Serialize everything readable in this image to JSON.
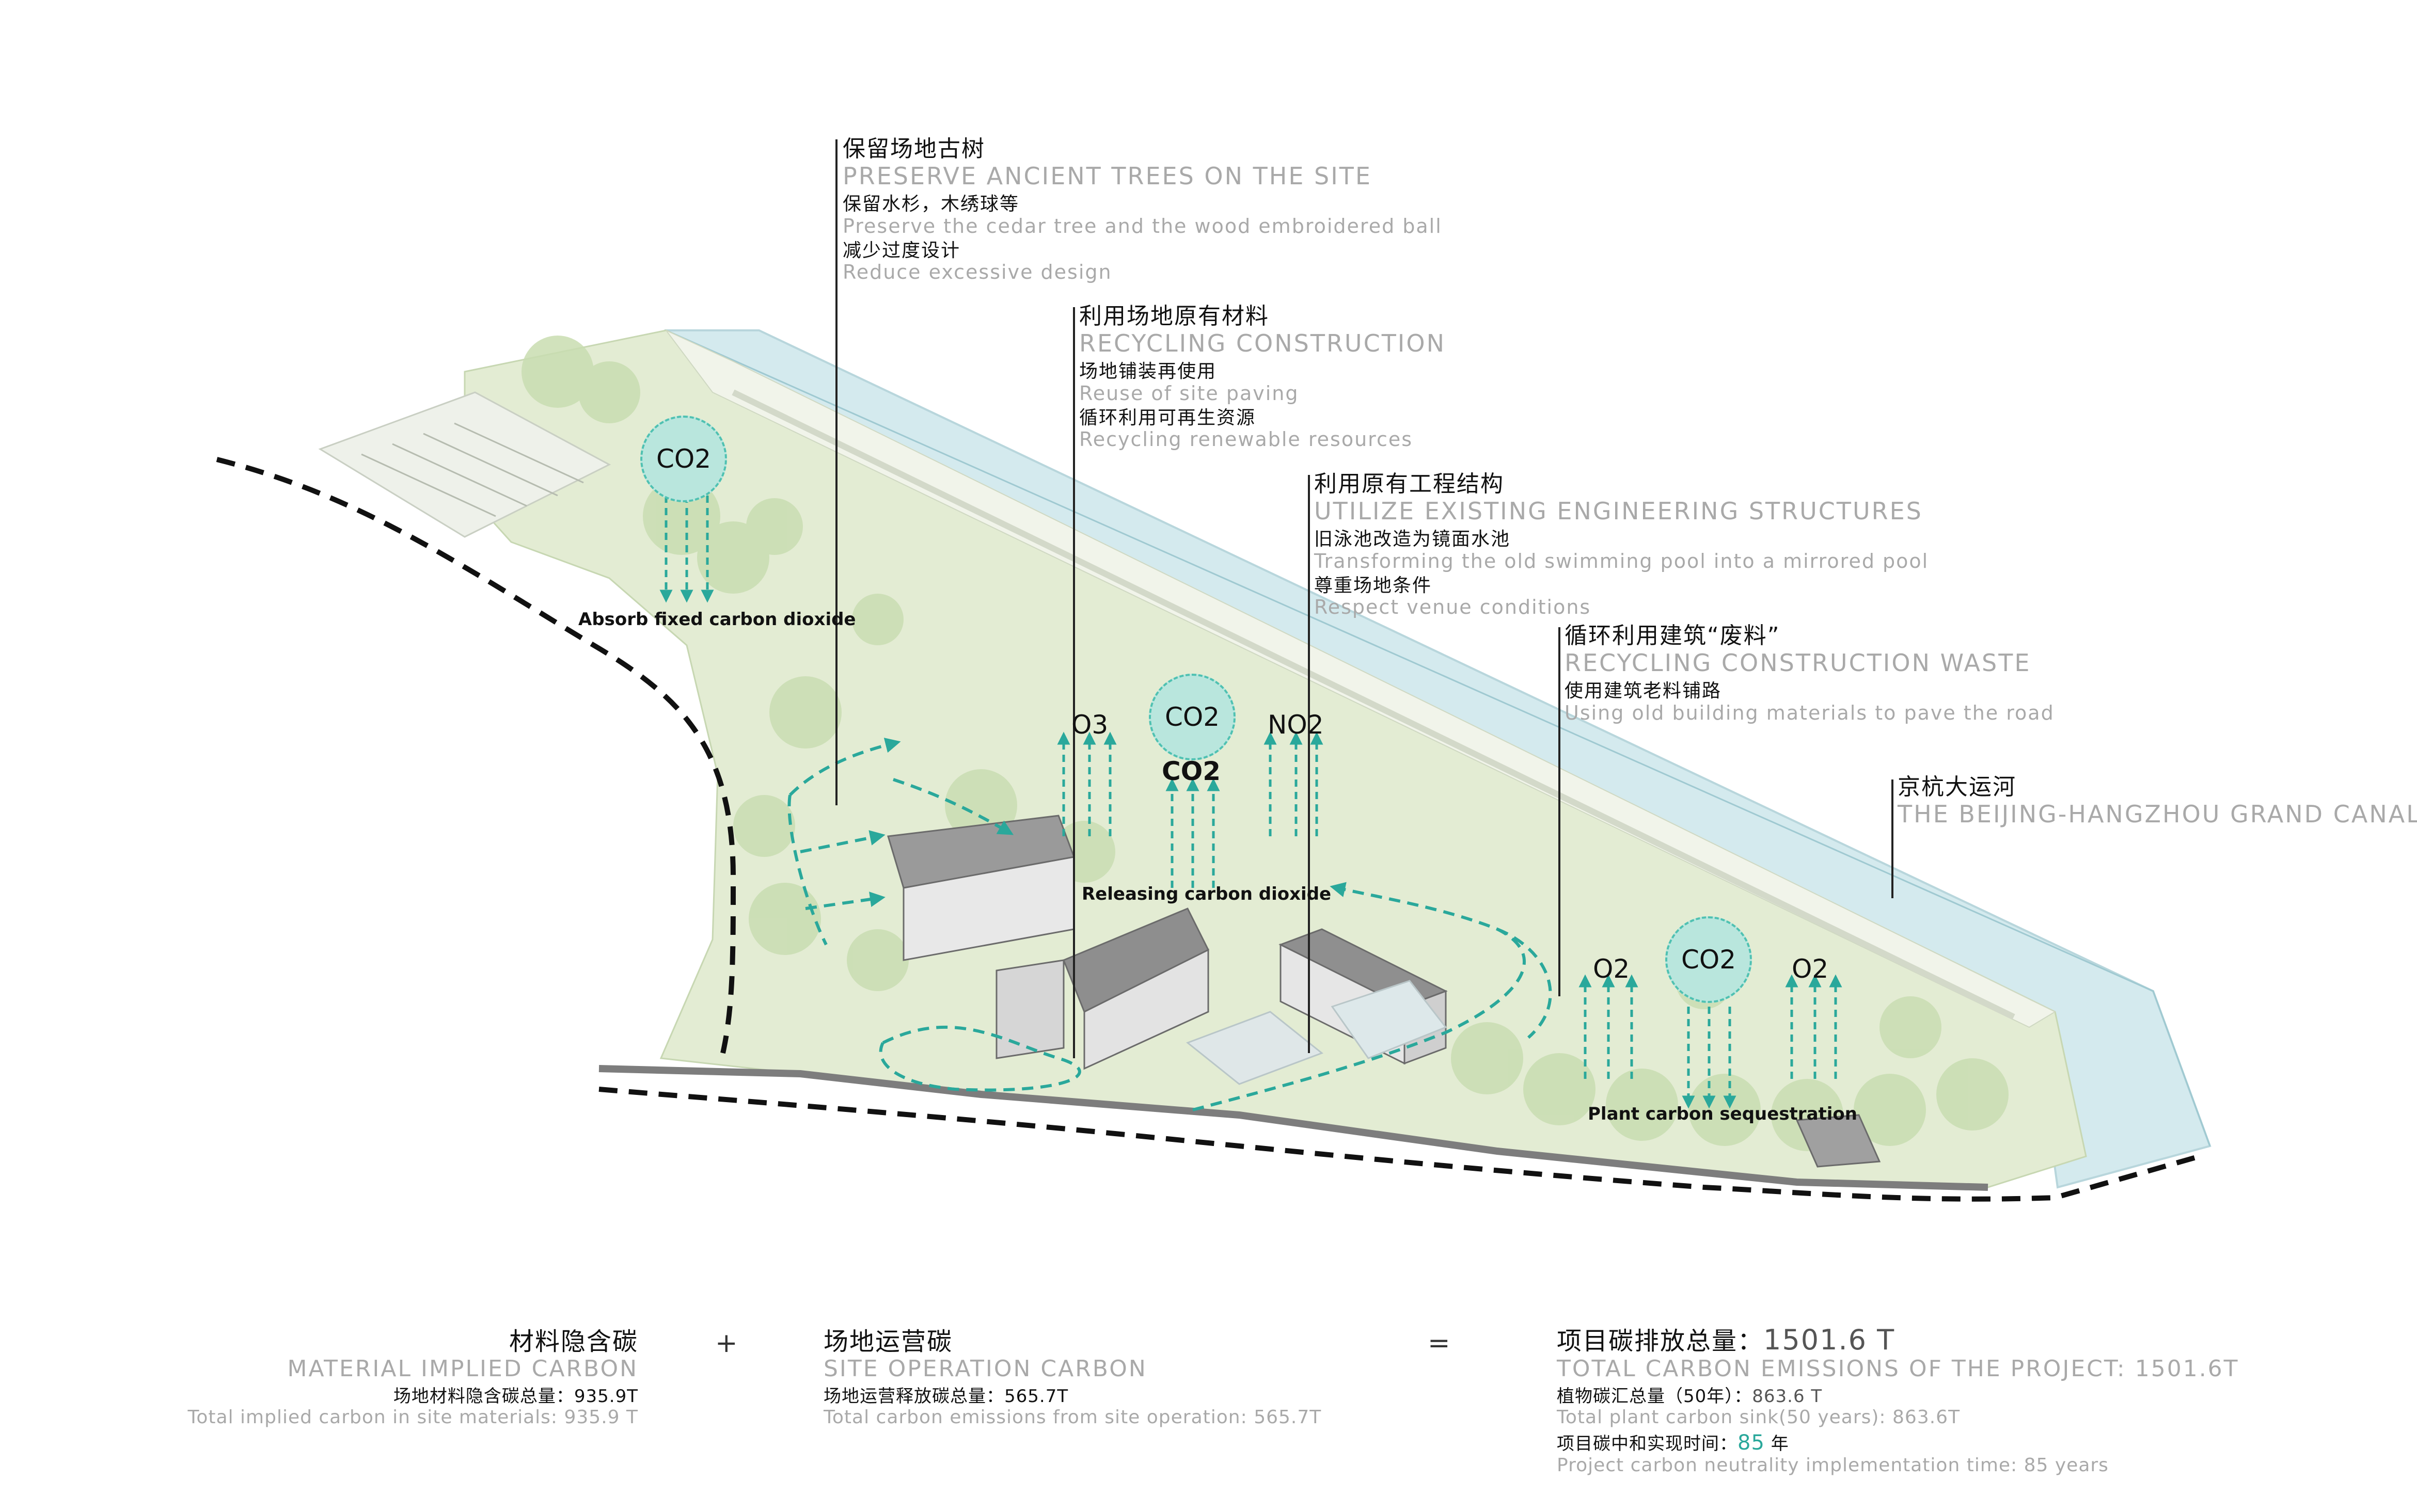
{
  "colors": {
    "site_green": "#e3ecd3",
    "canal_blue": "#d4eaee",
    "teal": "#2aa89b",
    "bubble_fill": "#b9e6dd"
  },
  "annotations": [
    {
      "zh": "保留场地古树",
      "en": "PRESERVE ANCIENT TREES ON THE SITE",
      "d1_zh": "保留水杉，木绣球等",
      "d1_en": "Preserve the cedar tree and the wood embroidered ball",
      "d2_zh": "减少过度设计",
      "d2_en": "Reduce excessive design"
    },
    {
      "zh": "利用场地原有材料",
      "en": "RECYCLING CONSTRUCTION",
      "d1_zh": "场地铺装再使用",
      "d1_en": "Reuse of site paving",
      "d2_zh": "循环利用可再生资源",
      "d2_en": "Recycling renewable resources"
    },
    {
      "zh": "利用原有工程结构",
      "en": "UTILIZE EXISTING ENGINEERING STRUCTURES",
      "d1_zh": "旧泳池改造为镜面水池",
      "d1_en": "Transforming the old swimming pool into a mirrored pool",
      "d2_zh": "尊重场地条件",
      "d2_en": "Respect venue conditions"
    },
    {
      "zh": "循环利用建筑“废料”",
      "en": "RECYCLING CONSTRUCTION WASTE",
      "d1_zh": "使用建筑老料铺路",
      "d1_en": "Using old building materials to pave the road"
    },
    {
      "zh": "京杭大运河",
      "en": "THE  BEIJING-HANGZHOU GRAND CANAL"
    }
  ],
  "bubbles": [
    "CO2",
    "CO2",
    "CO2"
  ],
  "gases": {
    "o3": "O3",
    "no2": "NO2",
    "co2": "CO2",
    "o2_left": "O2",
    "o2_right": "O2"
  },
  "flows": {
    "absorb": "Absorb fixed carbon dioxide",
    "release": "Releasing carbon dioxide",
    "plant": "Plant carbon sequestration"
  },
  "summary": {
    "material": {
      "zh": "材料隐含碳",
      "en": "MATERIAL IMPLIED CARBON",
      "line_zh": "场地材料隐含碳总量：",
      "line_val": "935.9T",
      "line_en": "Total implied carbon in site materials: 935.9 T"
    },
    "plus": "+",
    "operation": {
      "zh": "场地运营碳",
      "en": "SITE OPERATION CARBON",
      "line_zh": "场地运营释放碳总量：",
      "line_val": "565.7T",
      "line_en": "Total carbon emissions from site operation: 565.7T"
    },
    "equals": "=",
    "total": {
      "zh": "项目碳排放总量：",
      "value": "1501.6 T",
      "en": "TOTAL CARBON EMISSIONS OF THE PROJECT: 1501.6T",
      "sink_zh": "植物碳汇总量（50年）：",
      "sink_val": "863.6 T",
      "sink_en": "Total plant carbon sink(50 years): 863.6T",
      "neutral_zh": "项目碳中和实现时间：",
      "neutral_val": "85",
      "neutral_unit": "年",
      "neutral_en": "Project carbon neutrality implementation time: 85 years"
    }
  }
}
